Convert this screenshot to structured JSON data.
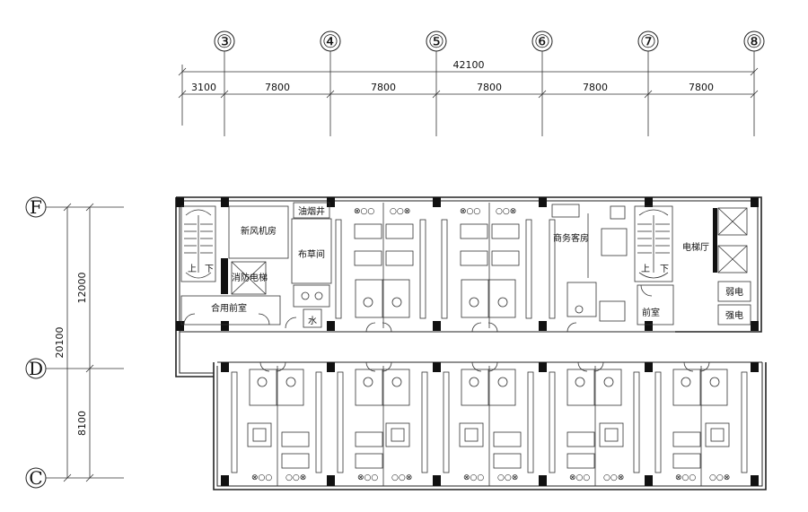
{
  "axes_top": [
    "③",
    "④",
    "⑤",
    "⑥",
    "⑦",
    "⑧"
  ],
  "axes_left": [
    "F",
    "D",
    "C"
  ],
  "dims_top": {
    "total": "42100",
    "segments": [
      "3100",
      "7800",
      "7800",
      "7800",
      "7800",
      "7800"
    ]
  },
  "dims_left": {
    "total": "20100",
    "segments": [
      "12000",
      "8100"
    ]
  },
  "rooms": {
    "fresh_air": "新风机房",
    "smoke_shaft": "油烟井",
    "linen": "布草间",
    "fire_elevator": "消防电梯",
    "shared_lobby": "合用前室",
    "water": "水",
    "business_room": "商务客房",
    "elevator_hall": "电梯厅",
    "front_room": "前室",
    "weak_current": "弱电",
    "strong_current": "强电",
    "up_left": "上",
    "down_left": "下",
    "up_right": "上",
    "down_right": "下"
  }
}
